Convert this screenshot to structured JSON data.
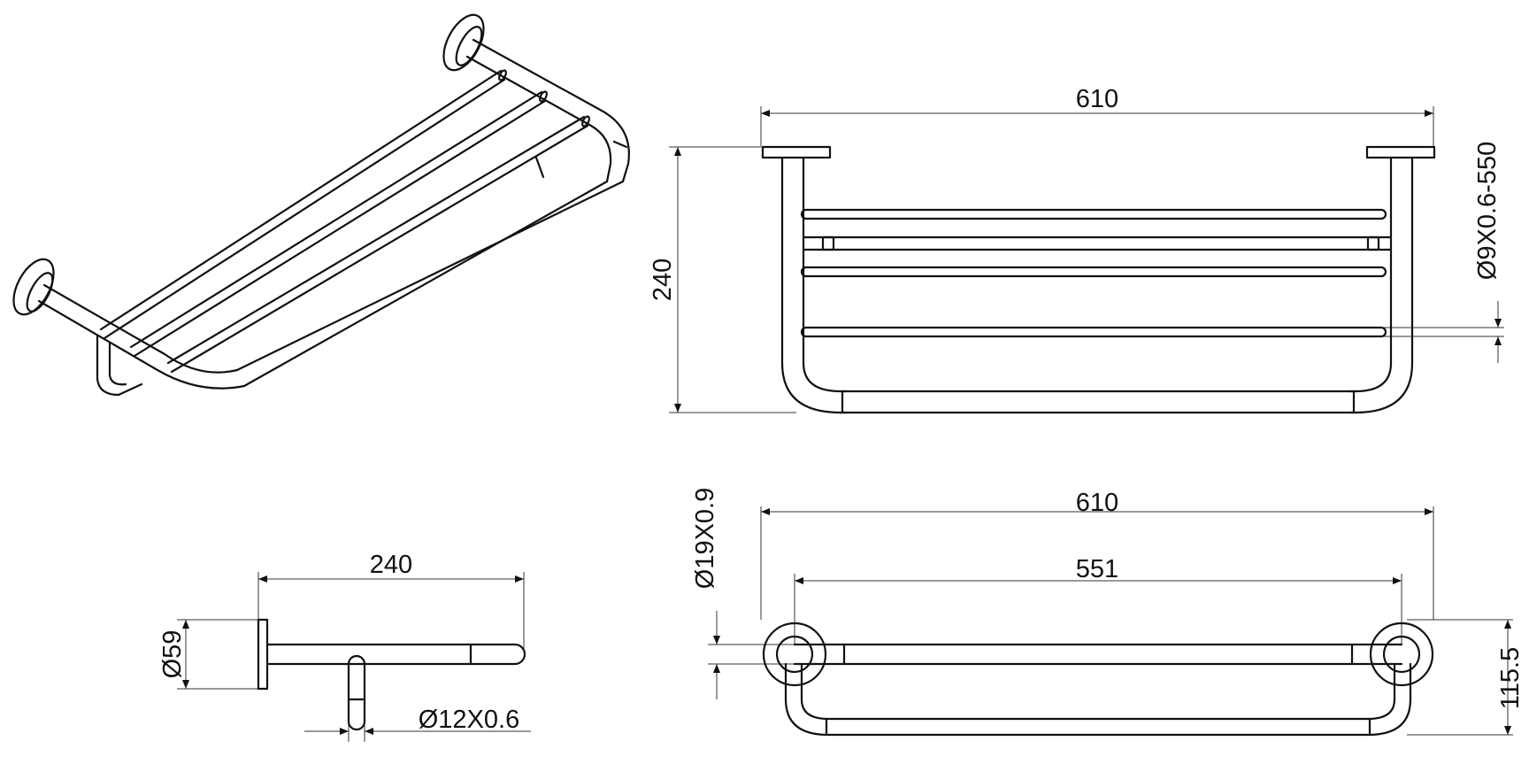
{
  "labels": {
    "front_width": "610",
    "front_height": "240",
    "front_rail_tube": "Ø9X0.6-550",
    "top_width": "610",
    "top_inner_width": "551",
    "top_depth": "115.5",
    "top_main_tube": "Ø19X0.9",
    "side_depth": "240",
    "side_flange": "Ø59",
    "side_tube": "Ø12X0.6"
  }
}
